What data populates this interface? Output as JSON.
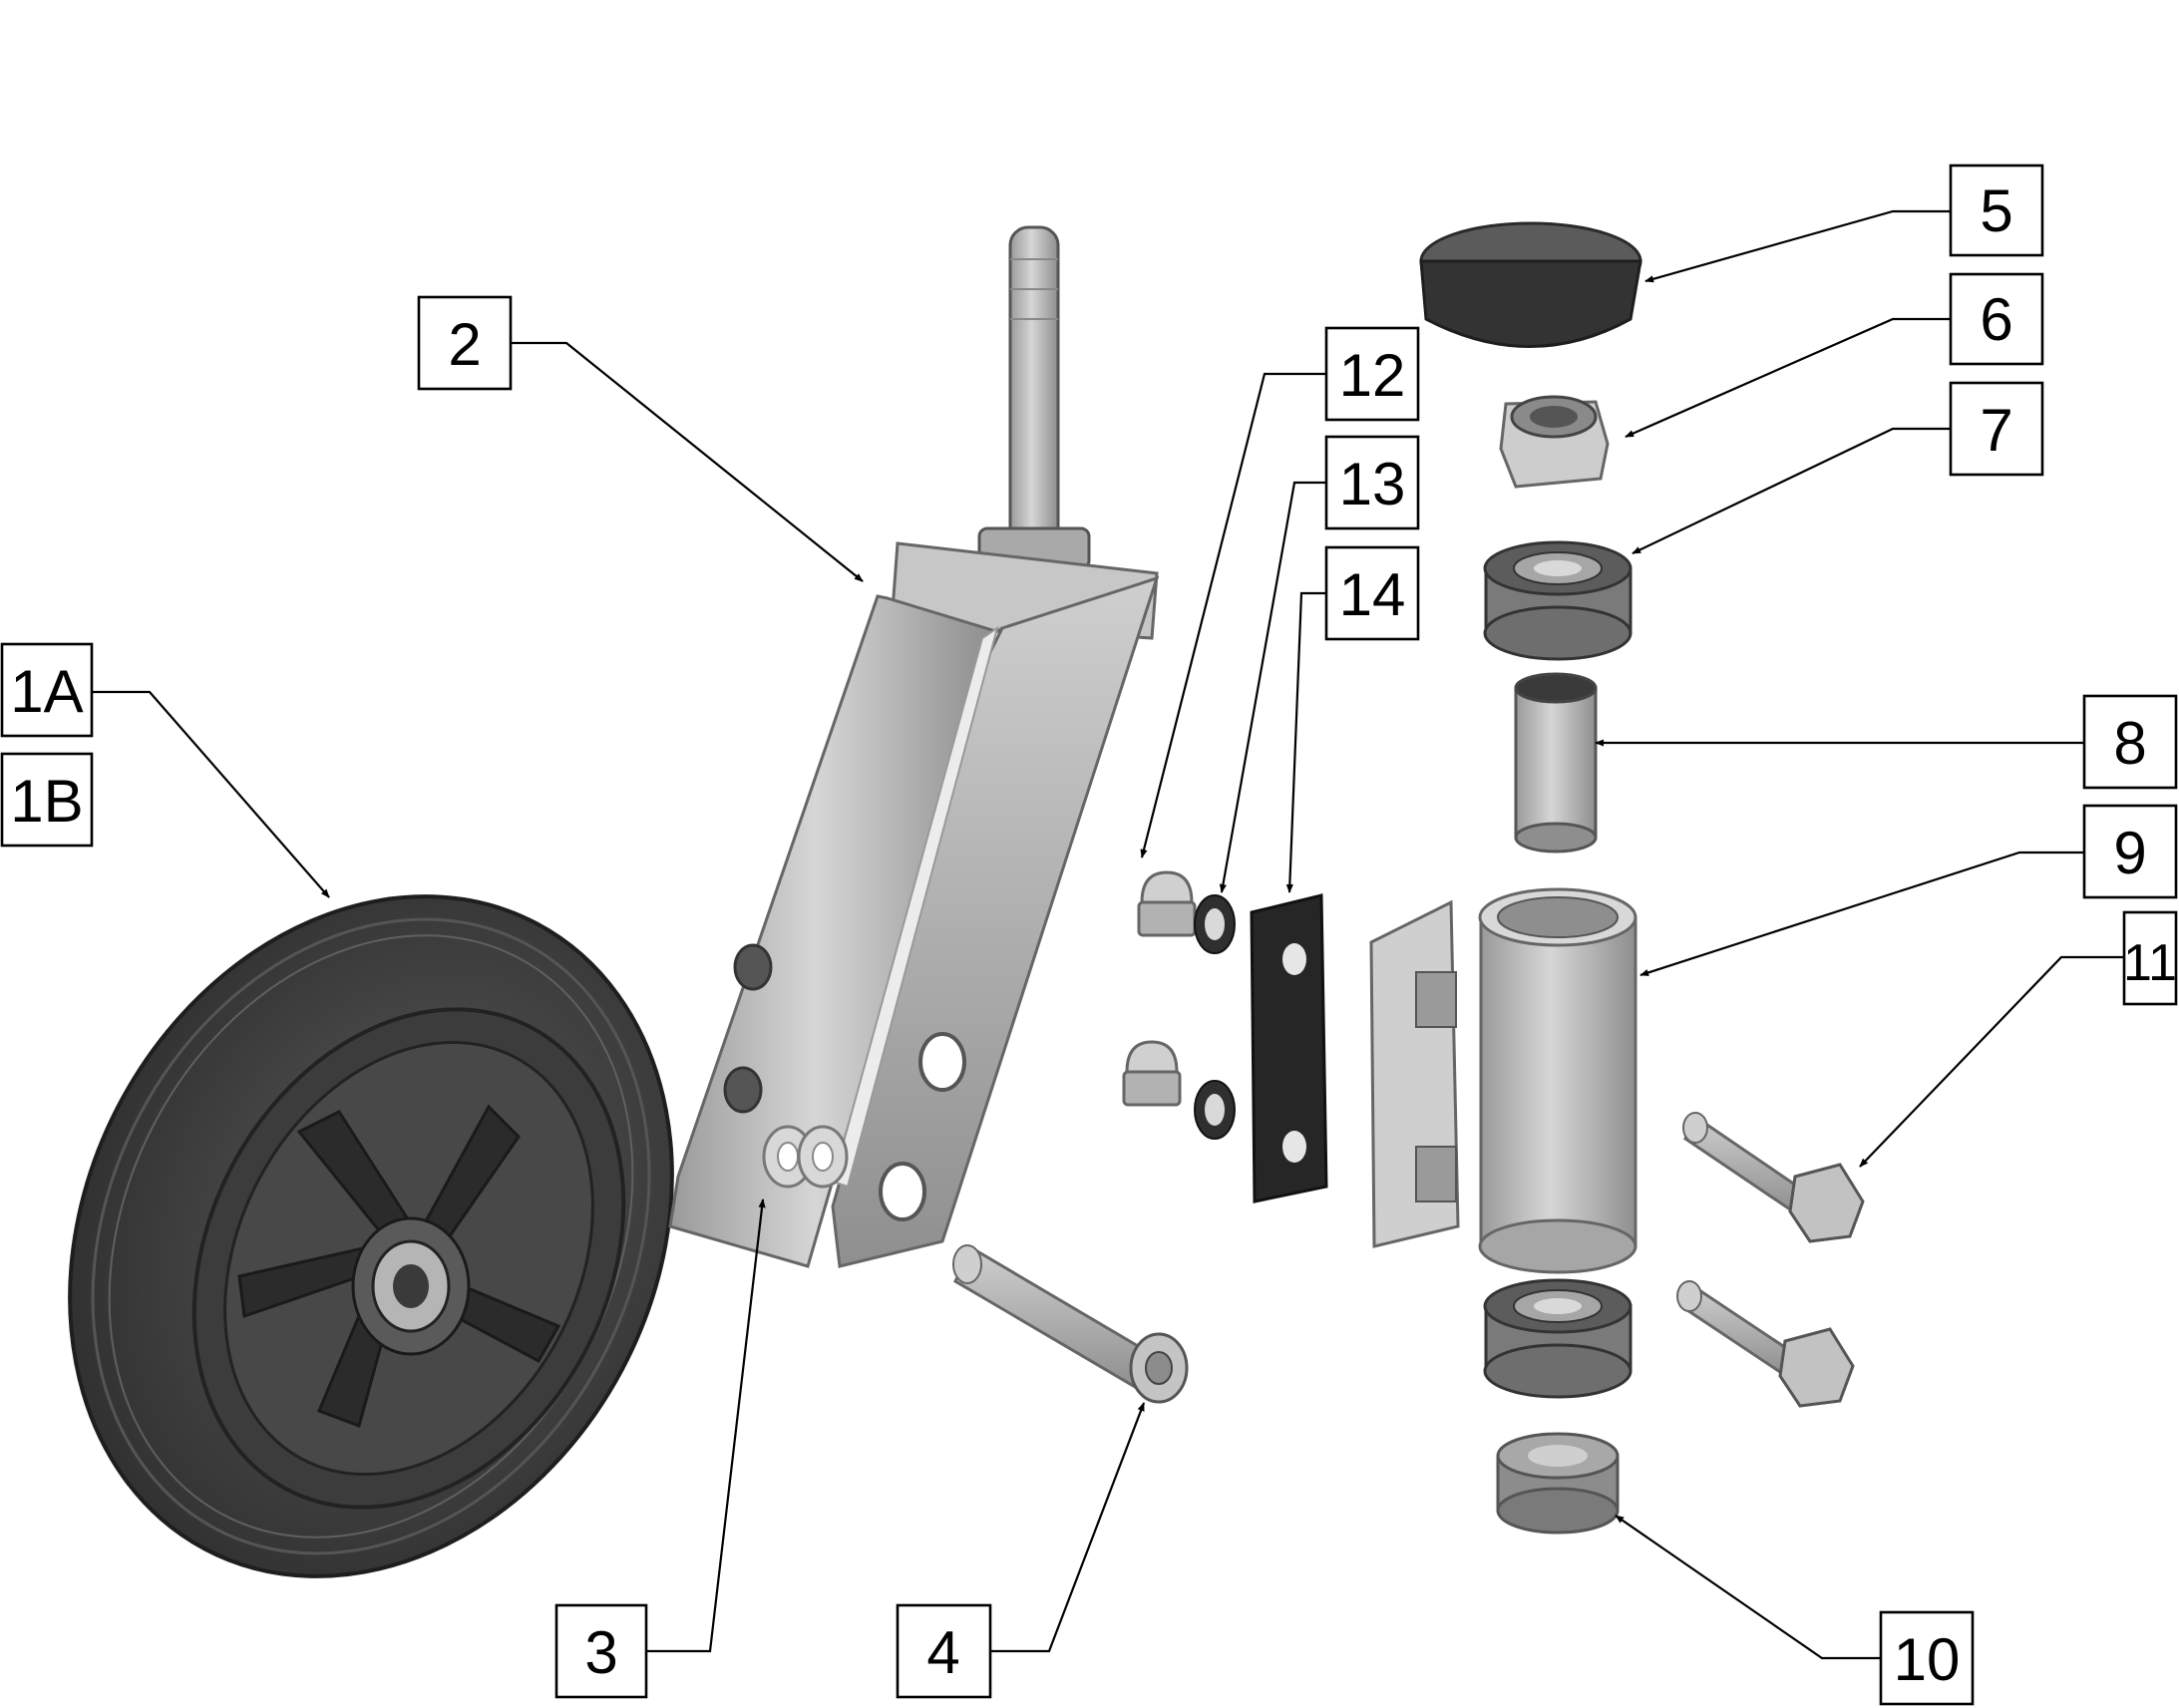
{
  "callouts": {
    "c1a": "1A",
    "c1b": "1B",
    "c2": "2",
    "c3": "3",
    "c4": "4",
    "c5": "5",
    "c6": "6",
    "c7": "7",
    "c8": "8",
    "c9": "9",
    "c10": "10",
    "c11": "11",
    "c12": "12",
    "c13": "13",
    "c14": "14"
  },
  "colors": {
    "outline": "#000000",
    "background": "#ffffff",
    "metal": "#b8b8b8",
    "rubber": "#444444"
  }
}
